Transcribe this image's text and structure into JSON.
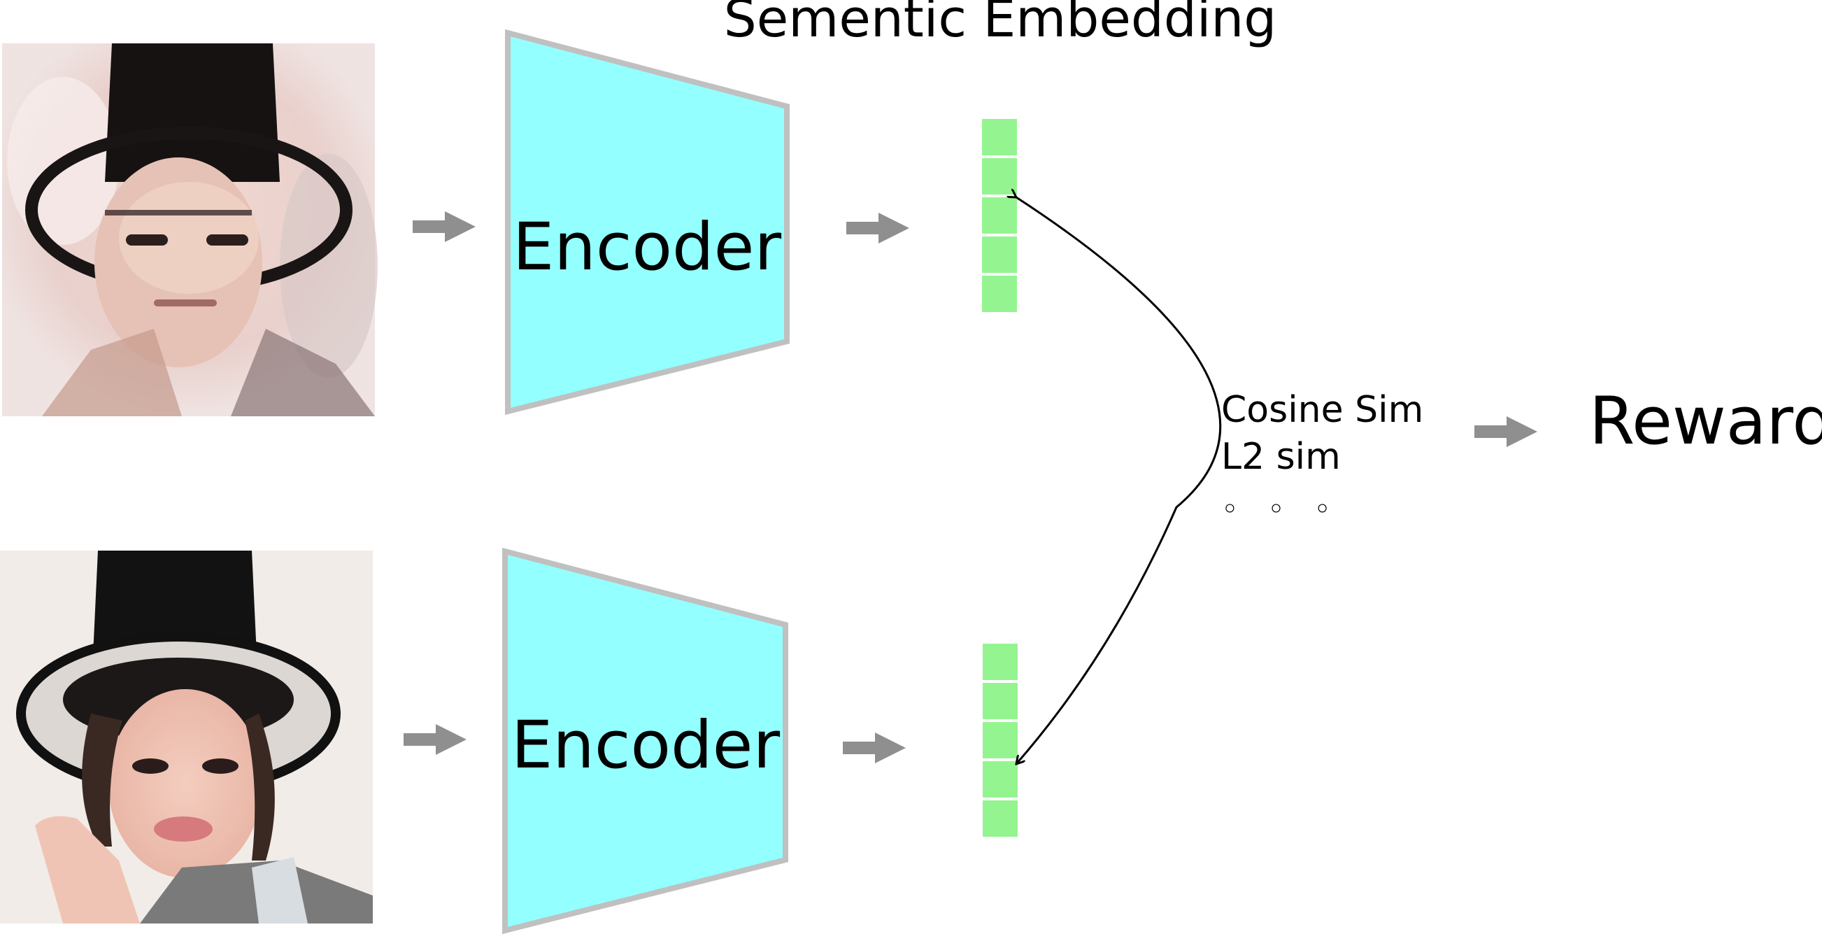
{
  "title": "Sementic Embedding",
  "encoders": [
    {
      "label": "Encoder"
    },
    {
      "label": "Encoder"
    }
  ],
  "similarity": {
    "lines": [
      "Cosine Sim",
      "L2 sim"
    ],
    "ellipsis": "◦ ◦ ◦"
  },
  "reward_label": "Reward",
  "images": [
    {
      "name": "painted-portrait-image"
    },
    {
      "name": "photo-portrait-image"
    }
  ],
  "embedding_cells_per_vector": 5,
  "colors": {
    "encoder_fill": "#94ffff",
    "encoder_stroke": "#c0c0c0",
    "embedding_fill": "#94f590",
    "arrow": "#8f8f8f",
    "curve": "#000000"
  }
}
